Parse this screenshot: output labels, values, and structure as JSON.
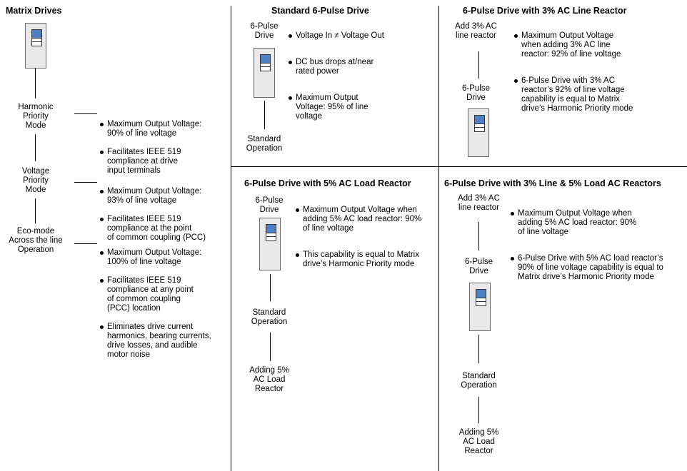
{
  "matrix": {
    "title": "Matrix Drives",
    "modes": [
      {
        "label": "Harmonic\nPriority\nMode",
        "bullets": [
          "Maximum Output Voltage:\n90% of line voltage",
          "Facilitates IEEE 519\ncompliance at drive\ninput terminals"
        ]
      },
      {
        "label": "Voltage\nPriority\nMode",
        "bullets": [
          "Maximum Output Voltage:\n93% of line voltage",
          "Facilitates IEEE 519\ncompliance at the point\nof common coupling (PCC)"
        ]
      },
      {
        "label": "Eco-mode\nAcross the line\nOperation",
        "bullets": [
          "Maximum Output Voltage:\n100% of line voltage",
          "Facilitates IEEE 519\ncompliance at any point\nof common coupling\n(PCC) location",
          "Eliminates drive current\nharmonics, bearing currents,\ndrive losses, and audible\nmotor noise"
        ]
      }
    ]
  },
  "standard": {
    "title": "Standard 6-Pulse Drive",
    "top_label": "6-Pulse\nDrive",
    "bottom_label": "Standard\nOperation",
    "bullets": [
      "Voltage In ≠ Voltage Out",
      "DC bus drops at/near\nrated power",
      "Maximum Output\nVoltage: 95% of line\nvoltage"
    ]
  },
  "line_reactor": {
    "title": "6-Pulse Drive with 3% AC Line Reactor",
    "top_label": "Add 3% AC\nline reactor",
    "drive_label": "6-Pulse\nDrive",
    "bullets": [
      "Maximum Output Voltage\nwhen adding 3% AC line\nreactor: 92% of line voltage",
      "6-Pulse Drive with 3% AC\nreactor’s 92% of line voltage\ncapability is equal to Matrix\ndrive’s Harmonic Priority mode"
    ]
  },
  "load_reactor": {
    "title": "6-Pulse Drive with 5% AC Load Reactor",
    "top_label": "6-Pulse\nDrive",
    "mid_label": "Standard\nOperation",
    "bottom_label": "Adding 5%\nAC Load\nReactor",
    "bullets": [
      "Maximum Output Voltage when\nadding 5% AC load reactor: 90%\nof line voltage",
      "This capability is equal to Matrix\ndrive’s Harmonic Priority mode"
    ]
  },
  "line_load": {
    "title": "6-Pulse Drive with 3% Line & 5% Load AC Reactors",
    "top_label": "Add 3% AC\nline reactor",
    "drive_label": "6-Pulse\nDrive",
    "mid_label": "Standard\nOperation",
    "bottom_label": "Adding 5%\nAC Load\nReactor",
    "bullets": [
      "Maximum Output Voltage when\nadding 5% AC load reactor: 90%\nof line voltage",
      "6-Pulse Drive with 5% AC load reactor’s\n90% of line voltage capability is equal to\nMatrix drive’s Harmonic Priority mode"
    ]
  },
  "icons": {
    "drive": "drive-unit-icon"
  },
  "colors": {
    "drive_screen": "#4f7fc4",
    "drive_body": "#e9e9e9"
  }
}
